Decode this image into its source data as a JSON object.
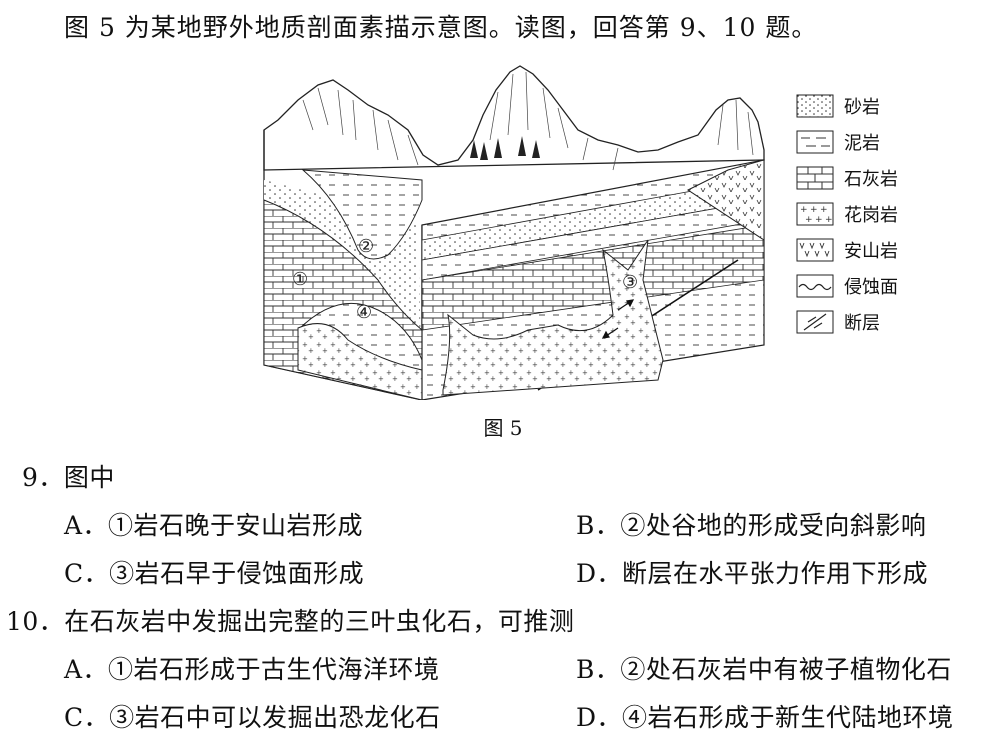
{
  "intro": "图 5 为某地野外地质剖面素描示意图。读图，回答第 9、10 题。",
  "figure": {
    "labels": [
      "①",
      "②",
      "③",
      "④"
    ],
    "caption": "图 5"
  },
  "legend": [
    {
      "key": "sandstone",
      "label": "砂岩"
    },
    {
      "key": "mudstone",
      "label": "泥岩"
    },
    {
      "key": "limestone",
      "label": "石灰岩"
    },
    {
      "key": "granite",
      "label": "花岗岩"
    },
    {
      "key": "andesite",
      "label": "安山岩"
    },
    {
      "key": "erosion",
      "label": "侵蚀面"
    },
    {
      "key": "fault",
      "label": "断层"
    }
  ],
  "questions": [
    {
      "stem": "9．图中",
      "options": [
        "A．①岩石晚于安山岩形成",
        "B．②处谷地的形成受向斜影响",
        "C．③岩石早于侵蚀面形成",
        "D．断层在水平张力作用下形成"
      ]
    },
    {
      "stem": "10．在石灰岩中发掘出完整的三叶虫化石，可推测",
      "options": [
        "A．①岩石形成于古生代海洋环境",
        "B．②处石灰岩中有被子植物化石",
        "C．③岩石中可以发掘出恐龙化石",
        "D．④岩石形成于新生代陆地环境"
      ]
    }
  ]
}
